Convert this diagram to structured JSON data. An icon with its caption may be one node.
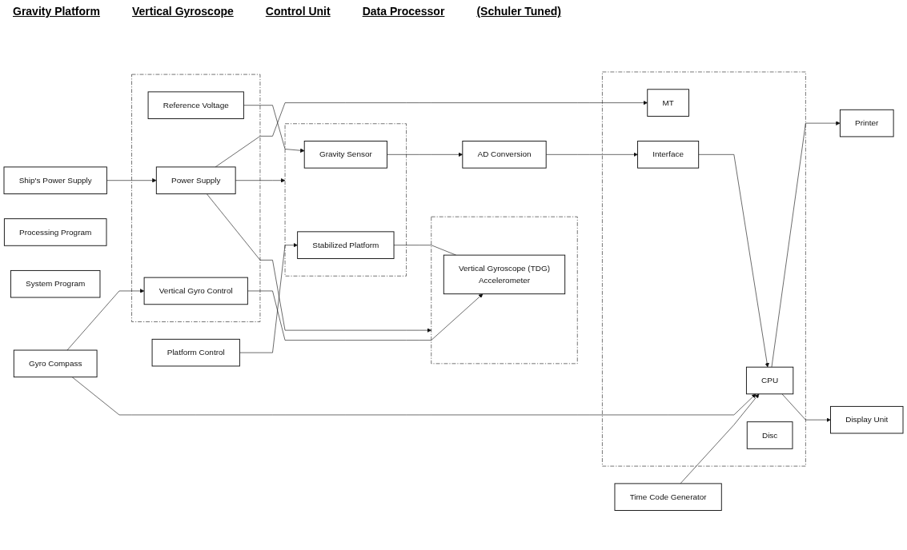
{
  "diagram": {
    "nodes": [
      {
        "text": [
          "AD Conversion"
        ]
      },
      {
        "text": [],
        "shape": "box"
      },
      {
        "text": [
          "Gravity Sensor"
        ],
        "in": 1
      },
      {
        "text": [
          "Stabilized Platform"
        ],
        "in": 1
      },
      {
        "text": [],
        "shape": "box"
      },
      {
        "text": [
          "Vertical Gyroscope (TDG)",
          "Accelerometer"
        ],
        "in": 4
      },
      {
        "text": [
          "Platform Control"
        ]
      },
      {
        "text": [
          "Time Code Generator"
        ]
      },
      {
        "text": [],
        "shape": "box"
      },
      {
        "text": [
          "Reference Voltage"
        ],
        "in": 8
      },
      {
        "text": [
          "Vertical Gyro Control"
        ],
        "in": 8
      },
      {
        "text": [
          "Power Supply"
        ],
        "in": 8
      },
      {
        "text": [
          "Ship's Power Supply"
        ]
      },
      {
        "text": [],
        "shape": "box"
      },
      {
        "text": [
          "Interface"
        ],
        "in": 13
      },
      {
        "text": [
          "CPU"
        ],
        "in": 13
      },
      {
        "text": [
          "Disc"
        ],
        "in": 13
      },
      {
        "text": [
          "MT"
        ],
        "in": 13
      },
      {
        "text": [
          "Processing Program"
        ]
      },
      {
        "text": [
          "System Program"
        ]
      },
      {
        "text": [
          "Printer"
        ]
      },
      {
        "text": [
          "Display Unit"
        ]
      },
      {
        "text": [
          "Gyro Compass"
        ]
      }
    ],
    "edges": [
      {
        "from": 2,
        "to": 0,
        "arrow": "to"
      },
      {
        "from": 0,
        "to": 14,
        "arrow": "to"
      },
      {
        "from": 9,
        "to": 2,
        "arrow": "to"
      },
      {
        "from": 7,
        "to": 15,
        "arrow": "to"
      },
      {
        "from": 14,
        "to": 15,
        "arrow": "to"
      },
      {
        "from": 3,
        "to": 5,
        "arrow": "none"
      },
      {
        "from": 6,
        "to": 3,
        "arrow": "to"
      },
      {
        "from": 10,
        "to": 5,
        "arrow": "to"
      },
      {
        "from": 22,
        "to": 10,
        "arrow": "to"
      },
      {
        "from": 22,
        "to": 15,
        "arrow": "to"
      },
      {
        "from": 11,
        "to": 1,
        "arrow": "to"
      },
      {
        "from": 11,
        "to": 4,
        "arrow": "to"
      },
      {
        "from": 11,
        "to": 17,
        "arrow": "to"
      },
      {
        "from": 12,
        "to": 11,
        "arrow": "to"
      },
      {
        "from": 15,
        "to": 20,
        "arrow": "to"
      },
      {
        "from": 15,
        "to": 21,
        "arrow": "to"
      }
    ],
    "labels": [
      "Gravity Platform",
      "Vertical Gyroscope",
      "Control Unit",
      "Data Processor",
      "(Schuler Tuned)"
    ]
  }
}
